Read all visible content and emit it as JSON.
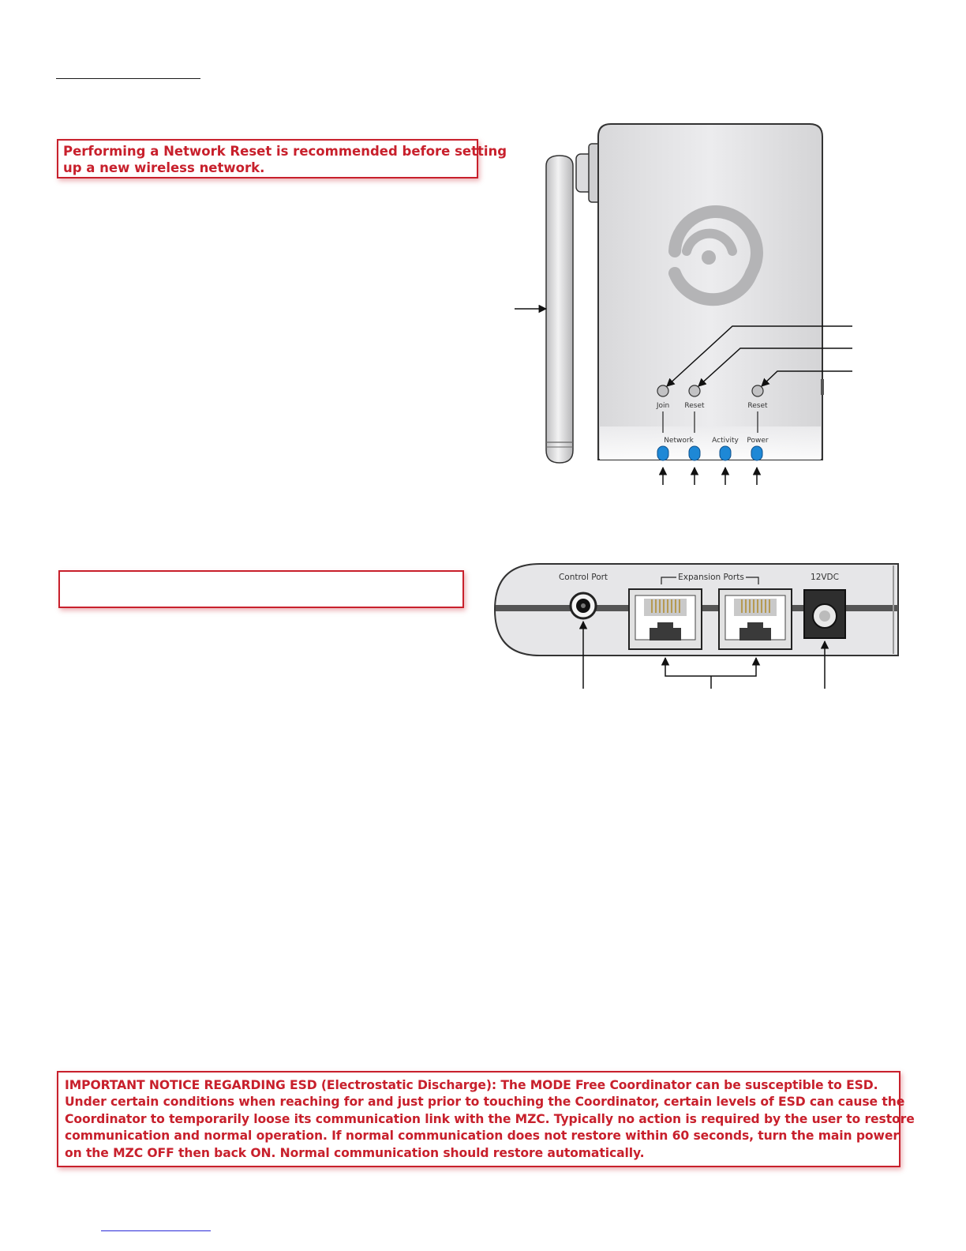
{
  "top_callout": {
    "line1": "Performing a Network Reset is recommended before setting",
    "line2": "up a new wireless network."
  },
  "front_view": {
    "labels": {
      "join": "Join",
      "reset_network": "Reset",
      "reset_power": "Reset",
      "network": "Network",
      "activity": "Activity",
      "power": "Power"
    },
    "led_color": "#1e88d6"
  },
  "rear_view": {
    "labels": {
      "control_port": "Control Port",
      "expansion_ports": "Expansion Ports",
      "power_input": "12VDC"
    }
  },
  "esd_notice": {
    "lines": [
      "IMPORTANT NOTICE REGARDING ESD (Electrostatic Discharge): The MODE Free Coordinator can be susceptible to ESD.",
      "Under certain conditions when reaching for and just prior to touching the Coordinator, certain levels of ESD can cause the",
      "Coordinator to temporarily loose its communication link with the MZC. Typically no action is required by the user to restore",
      "communication and normal operation. If normal communication does not restore within 60 seconds, turn the main power",
      "on the MZC OFF then back ON. Normal communication should restore automatically."
    ]
  },
  "colors": {
    "accent_red": "#c8202c",
    "device_body": "#e4e4e6"
  }
}
